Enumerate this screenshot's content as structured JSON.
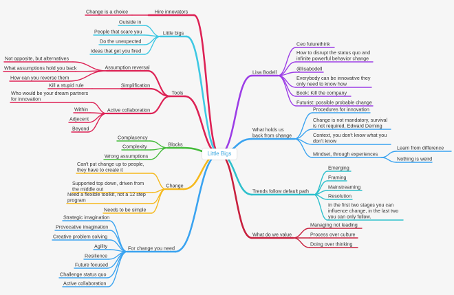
{
  "root": "Little Bigs",
  "colors": {
    "red": "#dd2255",
    "cyan": "#3ec8e3",
    "green": "#44bb3a",
    "yellow": "#f5b91d",
    "blue": "#3aa3f0",
    "purple": "#9c3de6",
    "teal": "#2fc0cc",
    "crimson": "#c8203e"
  },
  "nodes": [
    {
      "id": "hire",
      "text": [
        "Hire innovators"
      ]
    },
    {
      "id": "hire_1",
      "text": [
        "Change is a choice"
      ]
    },
    {
      "id": "lb",
      "text": [
        "Little bigs"
      ]
    },
    {
      "id": "lb_1",
      "text": [
        "Outside in"
      ]
    },
    {
      "id": "lb_2",
      "text": [
        "People that scare you"
      ]
    },
    {
      "id": "lb_3",
      "text": [
        "Do the unexpected"
      ]
    },
    {
      "id": "lb_4",
      "text": [
        "Ideas that get you fired"
      ]
    },
    {
      "id": "tools",
      "text": [
        "Tools"
      ]
    },
    {
      "id": "ar",
      "text": [
        "Assumption reversal"
      ]
    },
    {
      "id": "ar_1",
      "text": [
        "Not opposite, but alternatives"
      ]
    },
    {
      "id": "ar_2",
      "text": [
        "What assumptions hold you back"
      ]
    },
    {
      "id": "ar_3",
      "text": [
        "How can you reverse them"
      ]
    },
    {
      "id": "simp",
      "text": [
        "Simplification"
      ]
    },
    {
      "id": "simp_1",
      "text": [
        "Kill a stupid rule"
      ]
    },
    {
      "id": "ac",
      "text": [
        "Active collaboration"
      ]
    },
    {
      "id": "ac_1",
      "text": [
        "Who would be your dream partners",
        "for innovation"
      ]
    },
    {
      "id": "ac_2",
      "text": [
        "Within"
      ]
    },
    {
      "id": "ac_3",
      "text": [
        "Adjecent"
      ]
    },
    {
      "id": "ac_4",
      "text": [
        "Beyond"
      ]
    },
    {
      "id": "blocks",
      "text": [
        "Blocks"
      ]
    },
    {
      "id": "bl_1",
      "text": [
        "Complacency"
      ]
    },
    {
      "id": "bl_2",
      "text": [
        "Complexity"
      ]
    },
    {
      "id": "bl_3",
      "text": [
        "Wrong assumptions"
      ]
    },
    {
      "id": "change",
      "text": [
        "Change"
      ]
    },
    {
      "id": "ch_1",
      "text": [
        "Can't put change up to people,",
        "they have to create it"
      ]
    },
    {
      "id": "ch_2",
      "text": [
        "Supported top down, driven from",
        "the middle out"
      ]
    },
    {
      "id": "ch_3",
      "text": [
        "Need a flexible toolkit, not a 12 step",
        "program"
      ]
    },
    {
      "id": "ch_4",
      "text": [
        "Needs to be simple"
      ]
    },
    {
      "id": "fcyn",
      "text": [
        "For change you need"
      ]
    },
    {
      "id": "fc_1",
      "text": [
        "Strategic imagination"
      ]
    },
    {
      "id": "fc_2",
      "text": [
        "Provocative imagination"
      ]
    },
    {
      "id": "fc_3",
      "text": [
        "Creative problem solving"
      ]
    },
    {
      "id": "fc_4",
      "text": [
        "Agility"
      ]
    },
    {
      "id": "fc_5",
      "text": [
        "Resilience"
      ]
    },
    {
      "id": "fc_6",
      "text": [
        "Future focused"
      ]
    },
    {
      "id": "fc_7",
      "text": [
        "Challenge status quo"
      ]
    },
    {
      "id": "fc_8",
      "text": [
        "Active collaboration"
      ]
    },
    {
      "id": "lisa",
      "text": [
        "Lisa Bodell"
      ]
    },
    {
      "id": "li_1",
      "text": [
        "Ceo futurethink"
      ]
    },
    {
      "id": "li_2",
      "text": [
        "How to disrupt the status quo and",
        "infinite powerful behavior change"
      ]
    },
    {
      "id": "li_3",
      "text": [
        "@lisabodell"
      ]
    },
    {
      "id": "li_4",
      "text": [
        "Everybody can be innovative they",
        "only need to know how"
      ]
    },
    {
      "id": "li_5",
      "text": [
        "Book: Kill the company"
      ]
    },
    {
      "id": "li_6",
      "text": [
        "Futurist: possible probable change"
      ]
    },
    {
      "id": "whu",
      "text": [
        "What holds us",
        "back from change"
      ]
    },
    {
      "id": "wh_1",
      "text": [
        "Procedures for innovation"
      ]
    },
    {
      "id": "wh_2",
      "text": [
        "Change is not mandatory, survival",
        "is not required, Edward Deming"
      ]
    },
    {
      "id": "wh_3",
      "text": [
        "Context, you don't know what you",
        "don't know"
      ]
    },
    {
      "id": "wh_4",
      "text": [
        "Mindset, through experiences"
      ]
    },
    {
      "id": "wh_4a",
      "text": [
        "Learn from difference"
      ]
    },
    {
      "id": "wh_4b",
      "text": [
        "Nothing is weird"
      ]
    },
    {
      "id": "tfd",
      "text": [
        "Trends follow default path"
      ]
    },
    {
      "id": "tf_1",
      "text": [
        "Emerging"
      ]
    },
    {
      "id": "tf_2",
      "text": [
        "Framing"
      ]
    },
    {
      "id": "tf_3",
      "text": [
        "Mainstreaming"
      ]
    },
    {
      "id": "tf_4",
      "text": [
        "Resolution"
      ]
    },
    {
      "id": "tf_5",
      "text": [
        "In the first two stages you can",
        "influence change, in the last two",
        "you can only follow."
      ]
    },
    {
      "id": "wdv",
      "text": [
        "What do we value"
      ]
    },
    {
      "id": "wd_1",
      "text": [
        "Managing not leading"
      ]
    },
    {
      "id": "wd_2",
      "text": [
        "Process over culture"
      ]
    },
    {
      "id": "wd_3",
      "text": [
        "Doing over thinking"
      ]
    }
  ]
}
